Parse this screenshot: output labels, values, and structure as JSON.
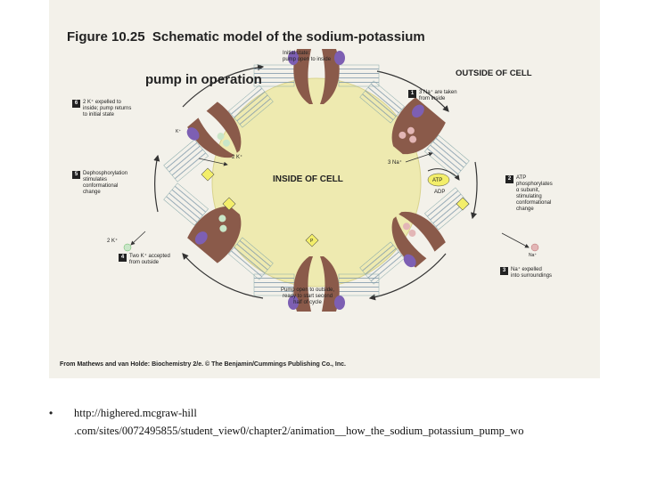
{
  "figure": {
    "title_line1": "Figure 10.25  Schematic model of the sodium-potassium",
    "title_line2": "pump in operation",
    "outside_label": "OUTSIDE OF CELL",
    "inside_label": "INSIDE OF CELL",
    "credit": "From Mathews and van Holde: Biochemistry 2/e. © The Benjamin/Cummings Publishing Co., Inc.",
    "initial_state": "Initial state:\npump open to inside",
    "steps": [
      {
        "num": "1",
        "text": "3 Na⁺ are taken\nfrom inside"
      },
      {
        "num": "2",
        "text": "ATP\nphosphorylates\nα subunit,\nstimulating\nconformational\nchange"
      },
      {
        "num": "3",
        "text": "Na⁺ expelled\ninto surroundings"
      },
      {
        "num": "4",
        "text": "Two K⁺ accepted\nfrom outside"
      },
      {
        "num": "5",
        "text": "Dephosphorylation\nstimulates\nconformational\nchange"
      },
      {
        "num": "6",
        "text": "2 K⁺ expelled to\ninside; pump returns\nto initial state"
      }
    ],
    "pump_open_outside": "Pump open to outside,\nready to start second\nhalf of cycle",
    "molecule_labels": {
      "three_na": "3 Na⁺",
      "two_k_inside": "2 K⁺",
      "two_k_outside": "2 K⁺",
      "na_ion": "Na⁺",
      "k_ion": "K⁺",
      "atp": "ATP",
      "adp": "ADP",
      "phosphate": "P"
    }
  },
  "link": {
    "bullet": "•",
    "line1": "http://highered.mcgraw-hill",
    "line2": ".com/sites/0072495855/student_view0/chapter2/animation__how_the_sodium_potassium_pump_wo"
  },
  "colors": {
    "cell_interior": "#eeeab0",
    "panel_bg": "#f3f1ea",
    "protein_brown": "#8a5a4a",
    "protein_purple": "#7d5fb3",
    "membrane_lipid": "#9bb7c9"
  }
}
